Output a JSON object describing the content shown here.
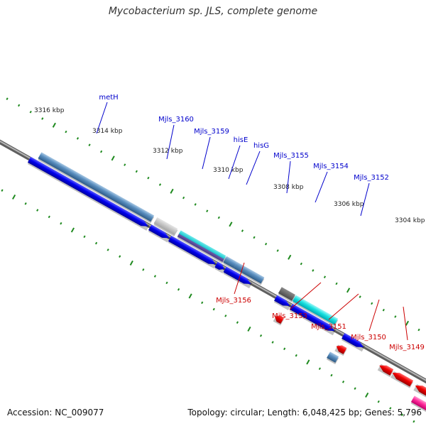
{
  "title": "Mycobacterium sp. JLS, complete genome",
  "footer": {
    "accession": "Accession: NC_009077",
    "summary": "Topology: circular; Length: 6,048,425 bp; Genes: 5,796"
  },
  "colors": {
    "forward_label": "#0000cc",
    "reverse_label": "#cc0000",
    "backbone": "#8a8a8a",
    "tick": "#1f8a1f"
  },
  "chart_data": {
    "type": "genome_map",
    "scale_unit": "kbp",
    "scale_labels": [
      "3316 kbp",
      "3314 kbp",
      "3312 kbp",
      "3310 kbp",
      "3308 kbp",
      "3306 kbp",
      "3304 kbp"
    ],
    "forward_labels": [
      "metH",
      "Mjls_3160",
      "Mjls_3159",
      "hisE",
      "hisG",
      "Mjls_3155",
      "Mjls_3154",
      "Mjls_3152"
    ],
    "reverse_labels": [
      "Mjls_3156",
      "Mjls_3153",
      "Mjls_3151",
      "Mjls_3150",
      "Mjls_3149"
    ]
  }
}
